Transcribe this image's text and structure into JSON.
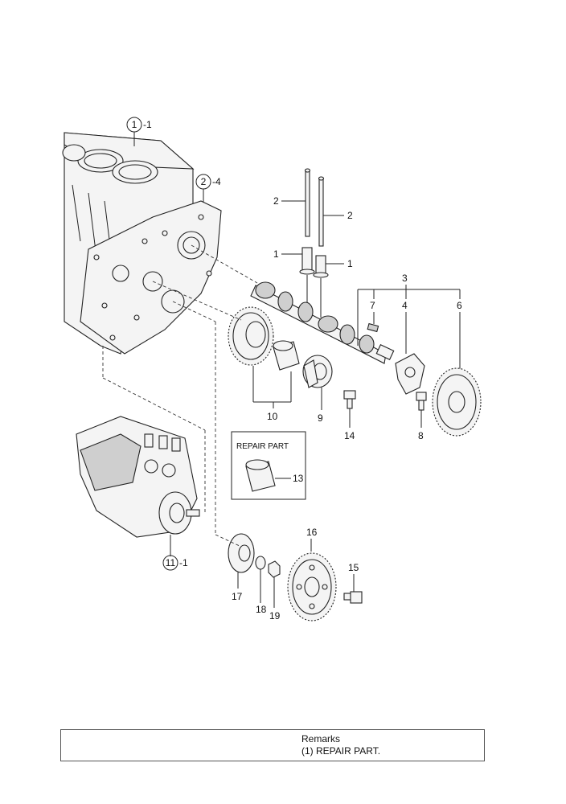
{
  "labels": {
    "ref_block": "1",
    "ref_block_suffix": "-1",
    "ref_plate": "2",
    "ref_plate_suffix": "-4",
    "ref_pump": "11",
    "ref_pump_suffix": "-1",
    "p1_left": "1",
    "p1_right": "1",
    "p2_left": "2",
    "p2_right": "2",
    "p3": "3",
    "p4": "4",
    "p6": "6",
    "p7": "7",
    "p8": "8",
    "p9": "9",
    "p10": "10",
    "p13": "13",
    "p14": "14",
    "p15": "15",
    "p16": "16",
    "p17": "17",
    "p18": "18",
    "p19": "19"
  },
  "repair_box": {
    "title": "REPAIR PART"
  },
  "remarks": {
    "title": "Remarks",
    "line": "(1) REPAIR PART."
  }
}
